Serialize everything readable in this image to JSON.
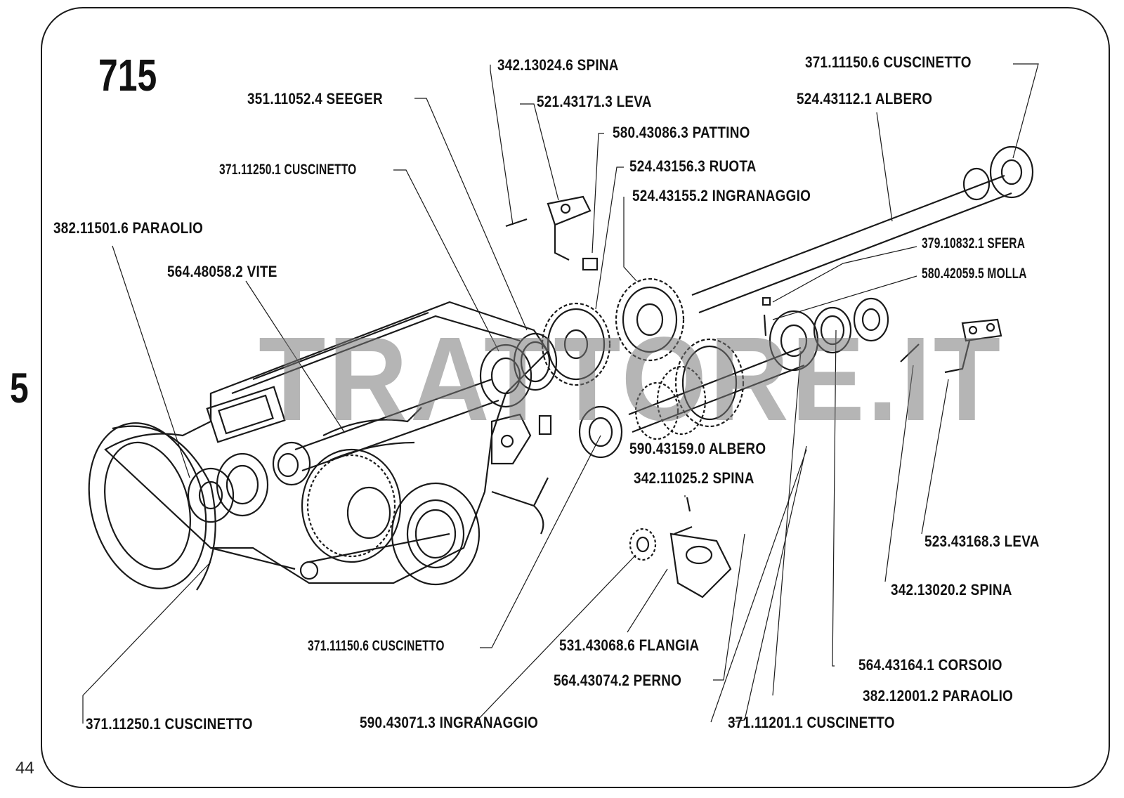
{
  "figure_number": "715",
  "section_number": "5",
  "page_number": "44",
  "watermark": "TRATTORE.IT",
  "labels": {
    "l01": "342.13024.6 SPINA",
    "l02": "371.11150.6 CUSCINETTO",
    "l03": "351.11052.4 SEEGER",
    "l04": "521.43171.3 LEVA",
    "l05": "524.43112.1 ALBERO",
    "l06": "580.43086.3 PATTINO",
    "l07": "371.11250.1 CUSCINETTO",
    "l08": "524.43156.3 RUOTA",
    "l09": "524.43155.2 INGRANAGGIO",
    "l10": "382.11501.6 PARAOLIO",
    "l11": "379.10832.1 SFERA",
    "l12": "564.48058.2 VITE",
    "l13": "580.42059.5 MOLLA",
    "l14": "590.43159.0 ALBERO",
    "l15": "342.11025.2 SPINA",
    "l16": "523.43168.3 LEVA",
    "l17": "342.13020.2 SPINA",
    "l18": "371.11150.6 CUSCINETTO",
    "l19": "531.43068.6 FLANGIA",
    "l20": "564.43164.1 CORSOIO",
    "l21": "564.43074.2 PERNO",
    "l22": "382.12001.2 PARAOLIO",
    "l23": "371.11250.1 CUSCINETTO",
    "l24": "590.43071.3 INGRANAGGIO",
    "l25": "371.11201.1 CUSCINETTO"
  }
}
